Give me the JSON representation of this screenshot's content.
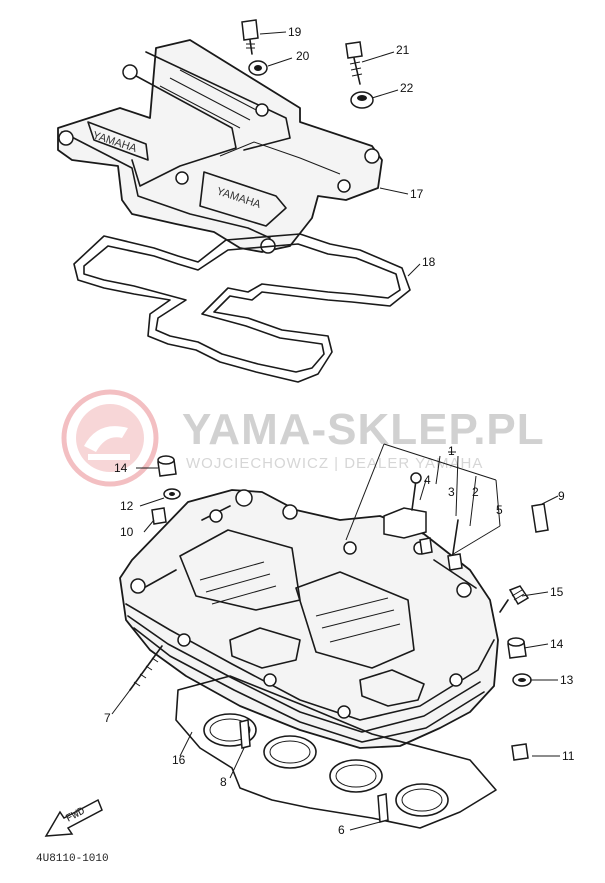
{
  "watermark": {
    "title": "YAMA-SKLEP.PL",
    "subtitle": "WOJCIECHOWICZ | DEALER YAMAHA",
    "logo_color": "#e8323c"
  },
  "diagram_code": "4U8110-1010",
  "fwd_label": "FWD",
  "callouts": [
    "1",
    "2",
    "3",
    "4",
    "5",
    "6",
    "7",
    "8",
    "9",
    "10",
    "11",
    "12",
    "13",
    "14",
    "15",
    "16",
    "17",
    "18",
    "19",
    "20",
    "21",
    "22"
  ],
  "callout_14_second": "14"
}
